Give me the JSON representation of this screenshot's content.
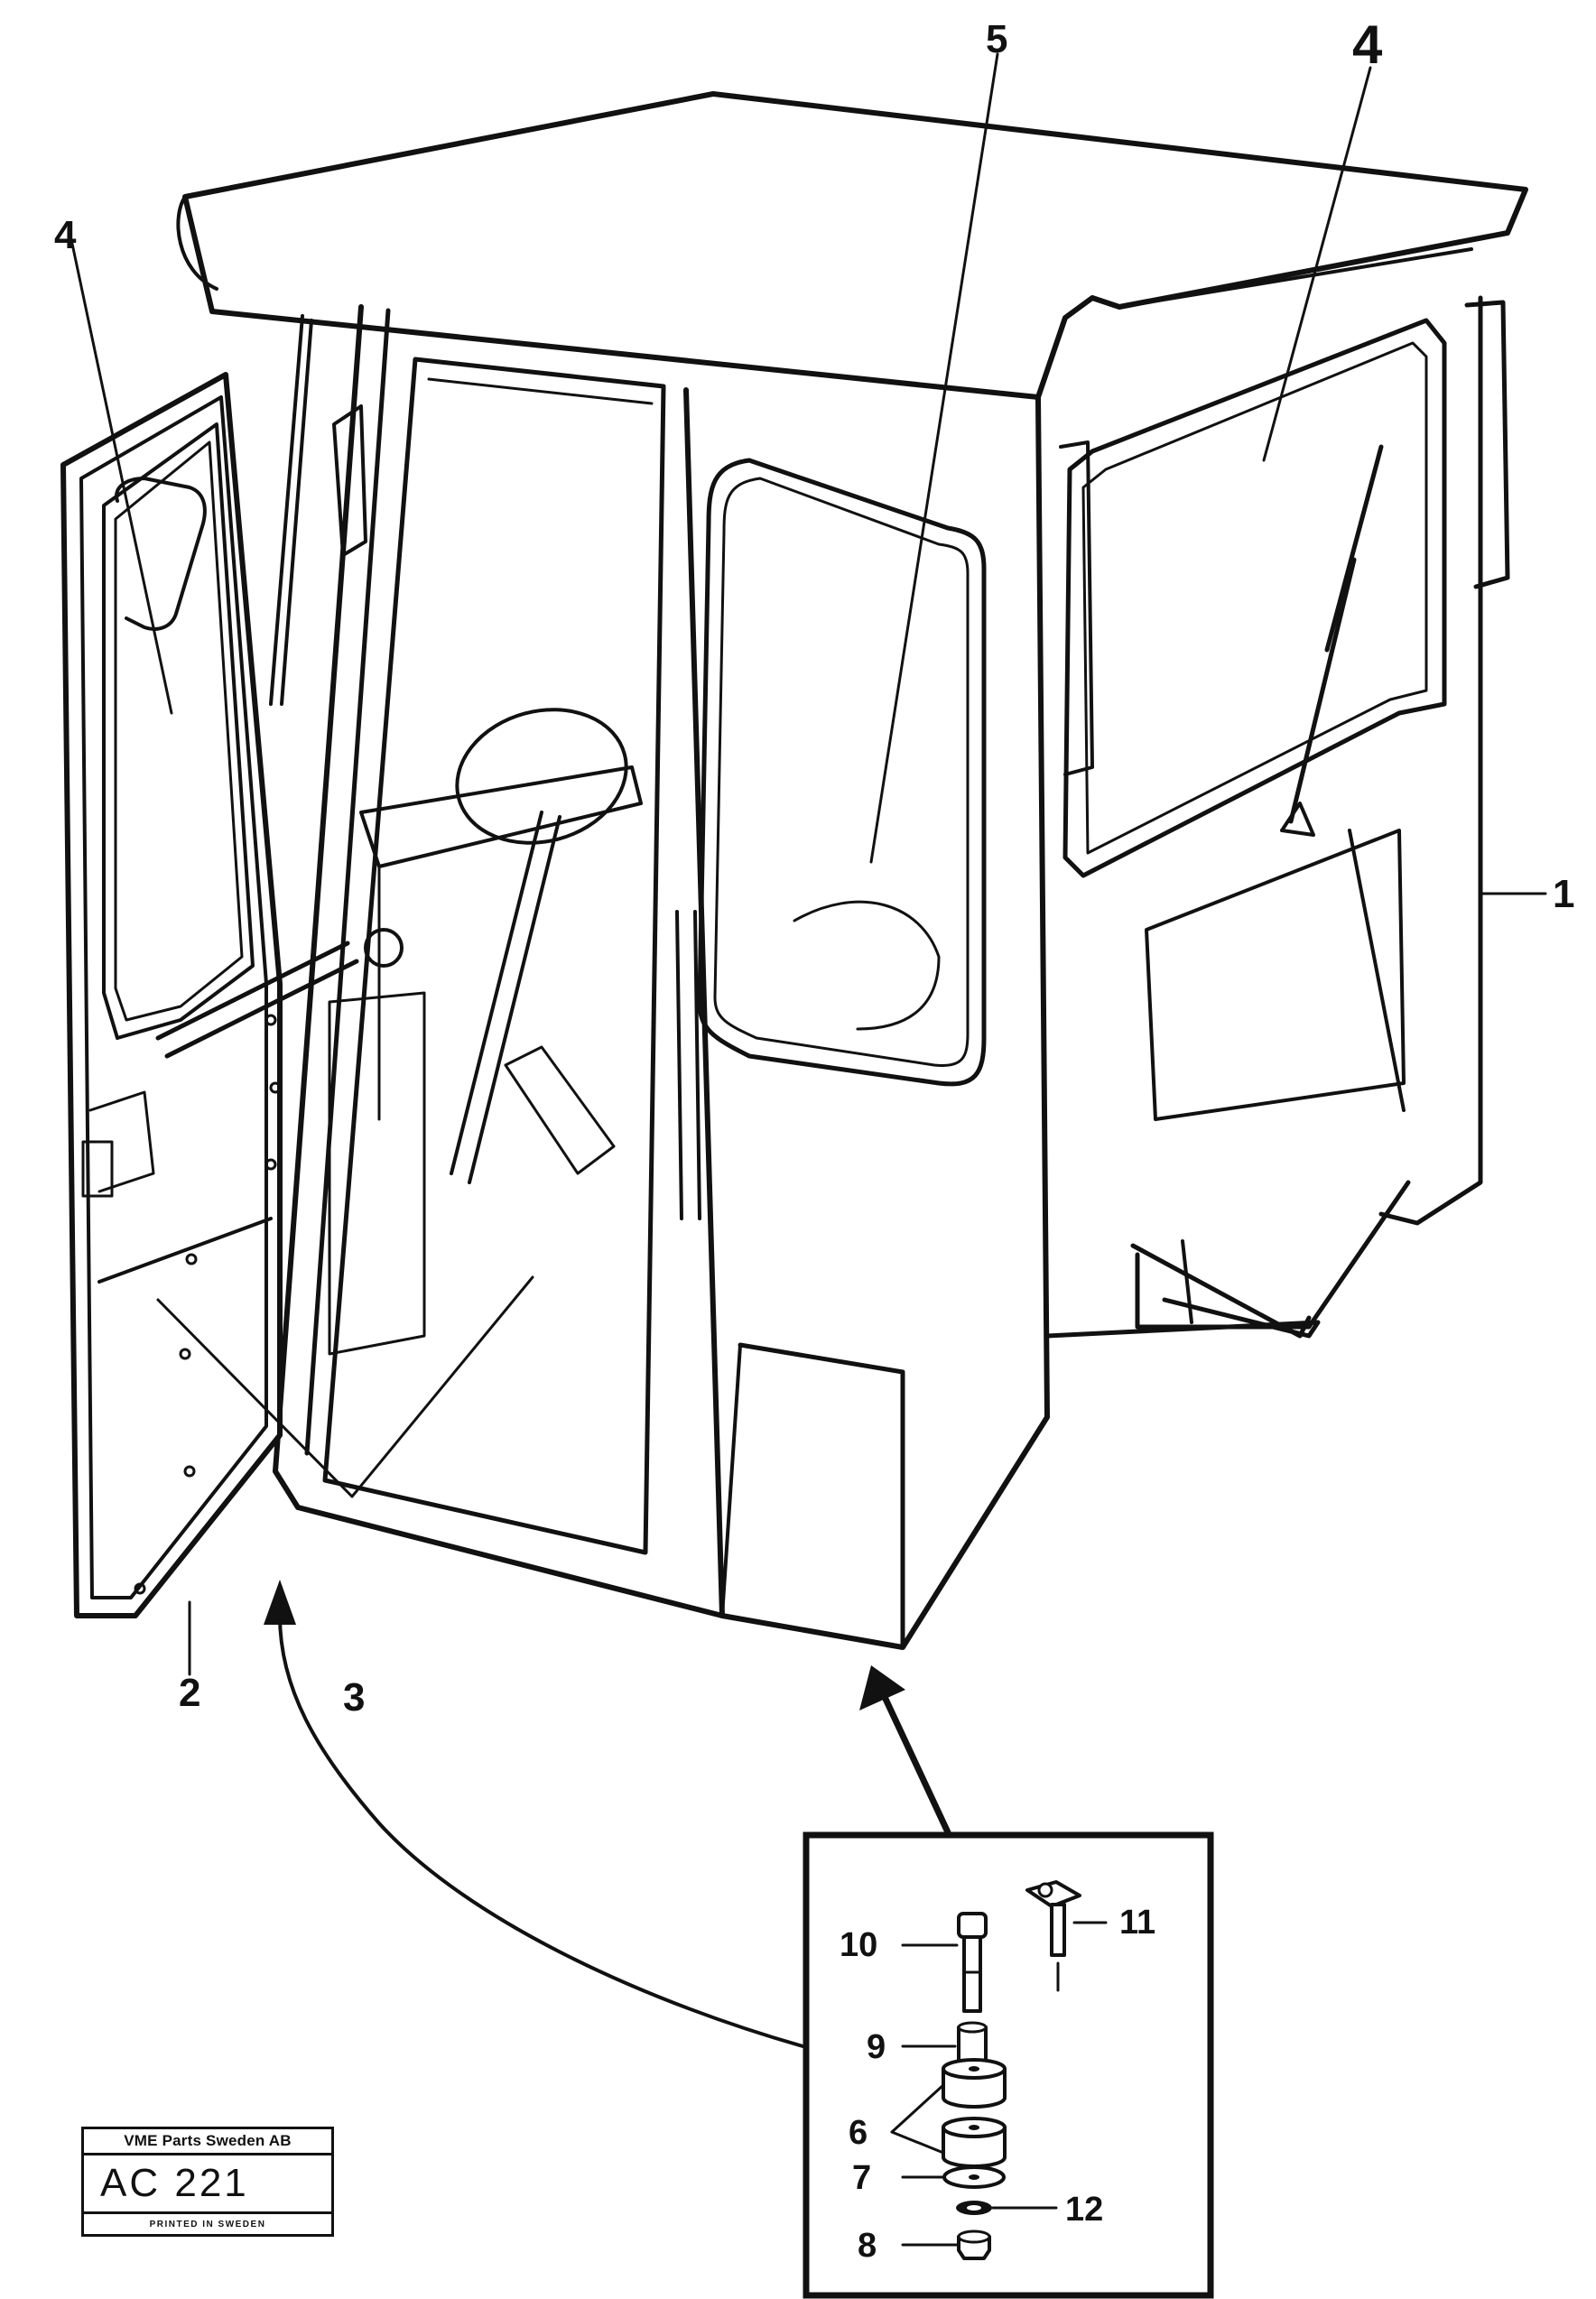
{
  "callouts": {
    "c1": "1",
    "c2": "2",
    "c3": "3",
    "c4_left": "4",
    "c4_right": "4",
    "c5": "5",
    "c6": "6",
    "c7": "7",
    "c8": "8",
    "c9": "9",
    "c10": "10",
    "c11": "11",
    "c12": "12"
  },
  "stamp": {
    "company": "VME Parts Sweden AB",
    "code": "AC 221",
    "printed": "PRINTED IN SWEDEN"
  }
}
